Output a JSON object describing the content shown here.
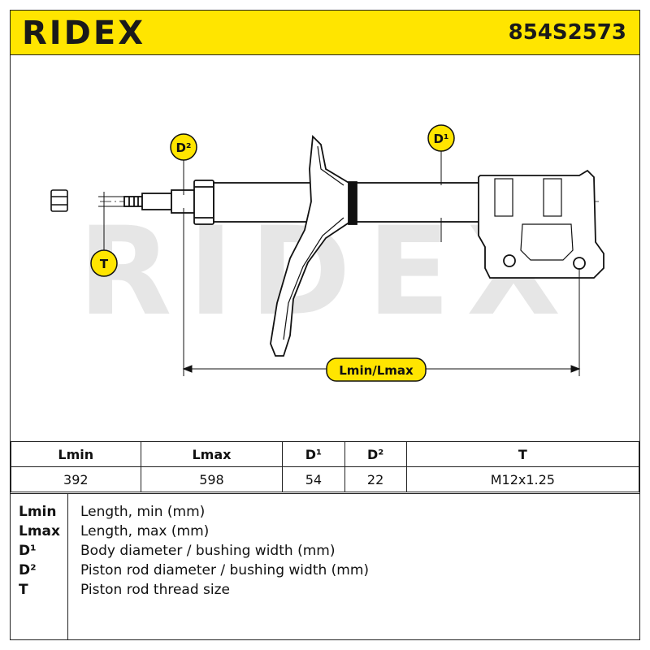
{
  "header": {
    "brand": "RIDEX",
    "part_number": "854S2573",
    "accent_color": "#ffe500"
  },
  "diagram": {
    "watermark": "RIDEX",
    "labels": {
      "d2": "D²",
      "d1": "D¹",
      "t": "T",
      "length": "Lmin/Lmax"
    },
    "icons": [
      "hex-nut-icon",
      "shock-absorber-strut-icon"
    ]
  },
  "specs": {
    "headers": [
      "Lmin",
      "Lmax",
      "D¹",
      "D²",
      "T"
    ],
    "values": [
      "392",
      "598",
      "54",
      "22",
      "M12x1.25"
    ]
  },
  "legend": [
    {
      "key": "Lmin",
      "desc": "Length, min (mm)"
    },
    {
      "key": "Lmax",
      "desc": "Length, max (mm)"
    },
    {
      "key": "D¹",
      "desc": "Body diameter / bushing width (mm)"
    },
    {
      "key": "D²",
      "desc": "Piston rod diameter / bushing width (mm)"
    },
    {
      "key": "T",
      "desc": "Piston rod thread size"
    }
  ]
}
